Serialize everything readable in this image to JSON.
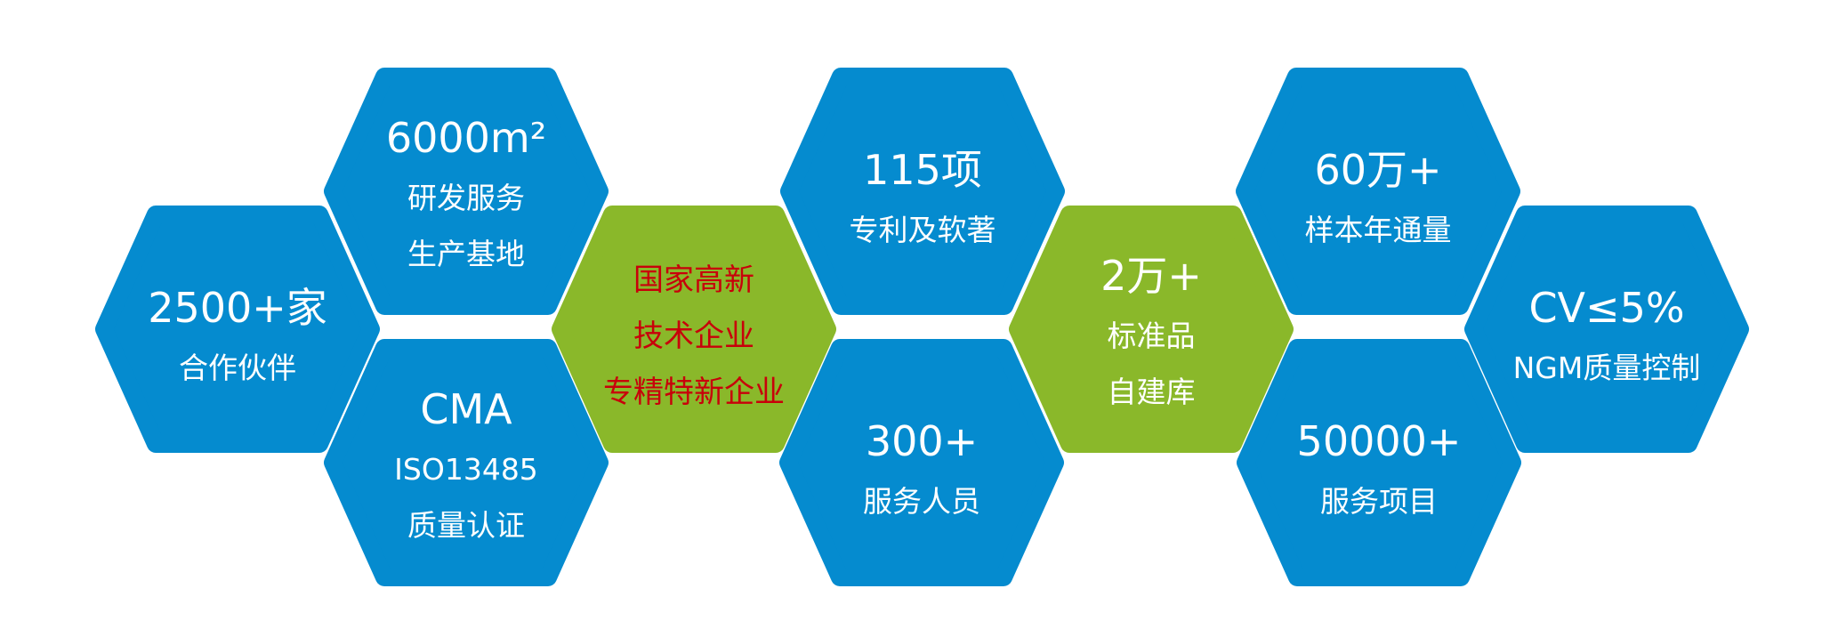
{
  "colors": {
    "blue": "#058bcf",
    "green": "#8ab82a",
    "white_text": "#ffffff",
    "red_text": "#c8000a"
  },
  "hexagons": [
    {
      "id": "partners",
      "theme": "blue",
      "lines": [
        "2500+家",
        "合作伙伴"
      ]
    },
    {
      "id": "rd-base",
      "theme": "blue",
      "lines": [
        "6000m²",
        "研发服务",
        "生产基地"
      ]
    },
    {
      "id": "certification",
      "theme": "blue",
      "lines": [
        "CMA",
        "ISO13485",
        "质量认证"
      ]
    },
    {
      "id": "high-tech",
      "theme": "green",
      "lines": [
        "国家高新",
        "技术企业",
        "专精特新企业"
      ]
    },
    {
      "id": "patents",
      "theme": "blue",
      "lines": [
        "115项",
        "专利及软著"
      ]
    },
    {
      "id": "staff",
      "theme": "blue",
      "lines": [
        "300+",
        "服务人员"
      ]
    },
    {
      "id": "standards",
      "theme": "green",
      "lines": [
        "2万+",
        "标准品",
        "自建库"
      ]
    },
    {
      "id": "sample-throughput",
      "theme": "blue",
      "lines": [
        "60万+",
        "样本年通量"
      ]
    },
    {
      "id": "service-items",
      "theme": "blue",
      "lines": [
        "50000+",
        "服务项目"
      ]
    },
    {
      "id": "quality-control",
      "theme": "blue",
      "lines": [
        "CV≤5%",
        "NGM质量控制"
      ]
    }
  ]
}
